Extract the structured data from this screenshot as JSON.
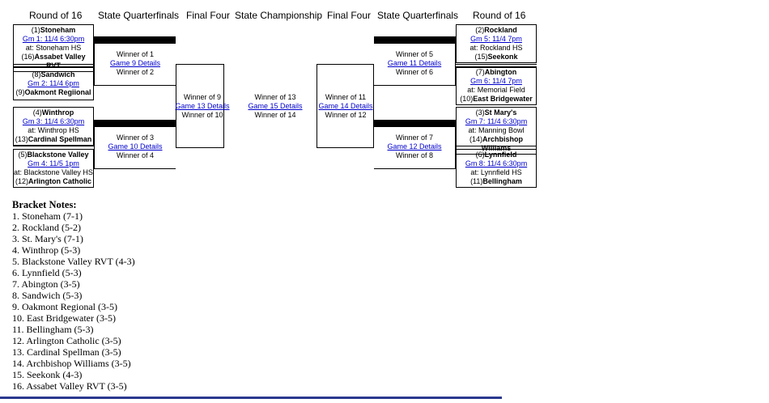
{
  "headers": [
    "Round of 16",
    "State Quarterfinals",
    "Final Four",
    "State Championship",
    "Final Four",
    "State Quarterfinals",
    "Round of 16"
  ],
  "left_teams": [
    {
      "l1": "(1)",
      "n1": "Stoneham",
      "link": "Gm 1: 11/4 6:30pm",
      "l3": "at: Stoneham HS",
      "l4s": "(16)",
      "n4": "Assabet Valley RVT"
    },
    {
      "l1": "(8)",
      "n1": "Sandwich",
      "link": "Gm 2: 11/4 6pm",
      "l3": "",
      "l4s": "(9)",
      "n4": "Oakmont Regiional"
    },
    {
      "l1": "(4)",
      "n1": "Winthrop",
      "link": "Gm 3: 11/4 6:30pm",
      "l3": "at: Winthrop HS",
      "l4s": "(13)",
      "n4": "Cardinal Spellman"
    },
    {
      "l1": "(5)",
      "n1": "Blackstone Valley",
      "link": "Gm 4: 11/5 1pm",
      "l3": "at: Blackstone Valley HS",
      "l4s": "(12)",
      "n4": "Arlington Catholic"
    }
  ],
  "right_teams": [
    {
      "l1": "(2)",
      "n1": "Rockland",
      "link": "Gm 5: 11/4 7pm",
      "l3": "at: Rockland HS",
      "l4s": "(15)",
      "n4": "Seekonk"
    },
    {
      "l1": "(7)",
      "n1": "Abington",
      "link": "Gm 6: 11/4 7pm",
      "l3": "at: Memorial Field",
      "l4s": "(10)",
      "n4": "East Bridgewater"
    },
    {
      "l1": "(3)",
      "n1": "St Mary's",
      "link": "Gm 7: 11/4 6:30pm",
      "l3": "at: Manning Bowl",
      "l4s": "(14)",
      "n4": "Archbishop Williams"
    },
    {
      "l1": "(6)",
      "n1": "Lynnfield",
      "link": "Gm 8: 11/4 6:30pm",
      "l3": "at: Lynnfield HS",
      "l4s": "(11)",
      "n4": "Bellingham"
    }
  ],
  "quarter_left": [
    {
      "w1": "Winner of 1",
      "link": "Game 9 Details",
      "w2": "Winner of 2"
    },
    {
      "w1": "Winner of 3",
      "link": "Game 10 Details",
      "w2": "Winner of 4"
    }
  ],
  "quarter_right": [
    {
      "w1": "Winner of 5",
      "link": "Game 11 Details",
      "w2": "Winner of 6"
    },
    {
      "w1": "Winner of 7",
      "link": "Game 12 Details",
      "w2": "Winner of 8"
    }
  ],
  "semi_left": {
    "w1": "Winner of 9",
    "link": "Game 13 Details",
    "w2": "Winner of 10"
  },
  "final": {
    "w1": "Winner of 13",
    "link": "Game 15 Details",
    "w2": "Winner of 14"
  },
  "semi_right": {
    "w1": "Winner of 11",
    "link": "Game 14 Details",
    "w2": "Winner of 12"
  },
  "notes": {
    "title": "Bracket Notes:",
    "items": [
      "1. Stoneham (7-1)",
      "2. Rockland (5-2)",
      "3. St. Mary's (7-1)",
      "4. Winthrop (5-3)",
      "5. Blackstone Valley RVT (4-3)",
      "6. Lynnfield (5-3)",
      "7. Abington (3-5)",
      "8. Sandwich (5-3)",
      "9. Oakmont Regional (3-5)",
      "10. East Bridgewater (3-5)",
      "11. Bellingham (5-3)",
      "12. Arlington Catholic (3-5)",
      "13. Cardinal Spellman (3-5)",
      "14. Archbishop Williams (3-5)",
      "15. Seekonk (4-3)",
      "16. Assabet Valley RVT (3-5)"
    ]
  }
}
